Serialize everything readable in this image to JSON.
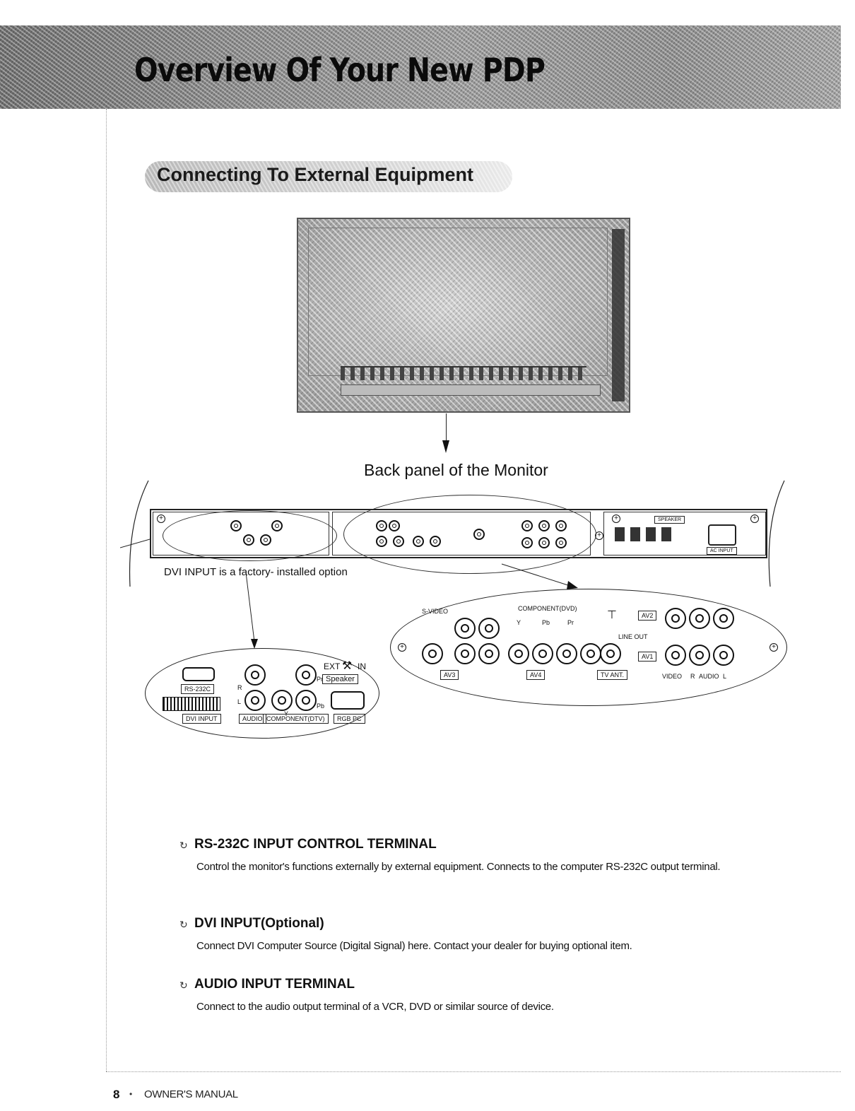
{
  "header": {
    "title": "Overview Of Your New PDP"
  },
  "section": {
    "title": "Connecting To External Equipment"
  },
  "figure": {
    "caption": "Back panel of the Monitor",
    "dvi_note": "DVI INPUT is a factory- installed option",
    "left_zoom_labels": {
      "ext": "EXT",
      "int": "IN",
      "speaker": "Speaker",
      "rs232c": "RS-232C",
      "dvi_input": "DVI INPUT",
      "audio": "AUDIO",
      "component_dtv": "COMPONENT(DTV)",
      "rgb_pc": "RGB PC",
      "r": "R",
      "l": "L",
      "y": "Y",
      "pb": "Pb",
      "pr": "Pr"
    },
    "right_zoom_labels": {
      "svideo": "S-VIDEO",
      "component_dvd": "COMPONENT(DVD)",
      "y": "Y",
      "pb": "Pb",
      "pr": "Pr",
      "line_out": "LINE OUT",
      "av2": "AV2",
      "av1": "AV1",
      "av3": "AV3",
      "av4": "AV4",
      "tv_ant": "TV ANT.",
      "video": "VIDEO",
      "audio": "AUDIO",
      "r": "R",
      "l": "L"
    },
    "strip_labels": {
      "speaker": "SPEAKER",
      "ac_input": "AC INPUT"
    }
  },
  "items": [
    {
      "title": "RS-232C INPUT CONTROL TERMINAL",
      "desc": "Control the monitor's functions externally by external equipment. Connects to the computer RS-232C output terminal."
    },
    {
      "title": "DVI INPUT(Optional)",
      "desc": "Connect DVI Computer Source (Digital Signal) here. Contact your dealer for buying optional item."
    },
    {
      "title": "AUDIO INPUT TERMINAL",
      "desc": "Connect to the audio output terminal of a VCR, DVD or similar source of device."
    }
  ],
  "footer": {
    "page_number": "8",
    "label": "OWNER'S MANUAL"
  }
}
